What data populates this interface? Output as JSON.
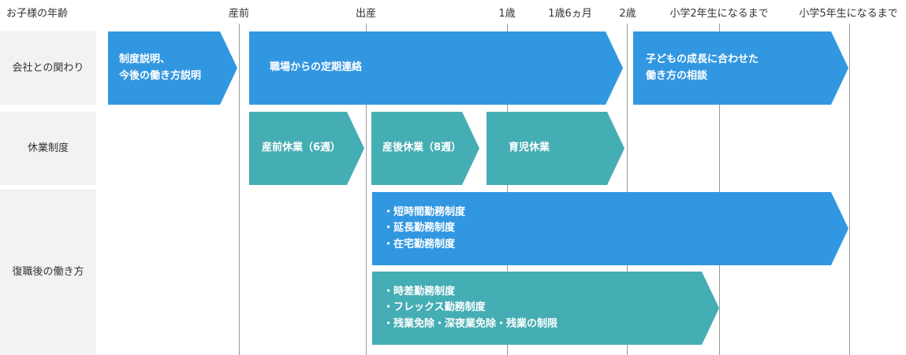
{
  "header": {
    "corner_label": "お子様の年齢",
    "milestones": [
      "産前",
      "出産",
      "1歳",
      "1歳6ヵ月",
      "2歳",
      "小学2年生になるまで",
      "小学5年生になるまで"
    ]
  },
  "rows": [
    {
      "label_lines": [
        "会社との",
        "関わり"
      ]
    },
    {
      "label_lines": [
        "休業制度"
      ]
    },
    {
      "label_lines": [
        "復職後の",
        "働き方"
      ]
    }
  ],
  "arrows": [
    {
      "lines": [
        "制度説明、",
        "今後の働き方説明"
      ],
      "color": "#3297e1"
    },
    {
      "lines": [
        "職場からの定期連絡"
      ],
      "color": "#3297e1"
    },
    {
      "lines": [
        "子どもの成長に合わせた",
        "働き方の相談"
      ],
      "color": "#3297e1"
    },
    {
      "lines": [
        "産前休業（6週）"
      ],
      "color": "#45adb4"
    },
    {
      "lines": [
        "産後休業（8週）"
      ],
      "color": "#45adb4"
    },
    {
      "lines": [
        "育児休業"
      ],
      "color": "#45adb4"
    },
    {
      "lines": [
        "・短時間勤務制度",
        "・延長勤務制度",
        "・在宅勤務制度"
      ],
      "color": "#3297e1"
    },
    {
      "lines": [
        "・時差勤務制度",
        "・フレックス勤務制度",
        "・残業免除・深夜業免除・残業の制限"
      ],
      "color": "#45adb4"
    }
  ]
}
